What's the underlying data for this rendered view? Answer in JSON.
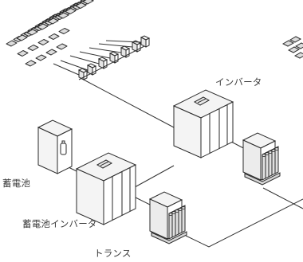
{
  "labels": {
    "inverter": "インバータ",
    "battery": "蓄電池",
    "battery_inverter": "蓄電池インバータ",
    "transformer": "トランス"
  },
  "colors": {
    "stroke": "#2a2a2a",
    "panel_fill": "#d9d9d9",
    "cabinet_fill": "#f4f4f4",
    "wire": "#333333"
  },
  "icons": {
    "solar_array": "solar-panel-array",
    "junction_box": "combiner-box",
    "inverter": "inverter-cabinet",
    "battery": "battery-unit",
    "transformer": "transformer-unit"
  }
}
